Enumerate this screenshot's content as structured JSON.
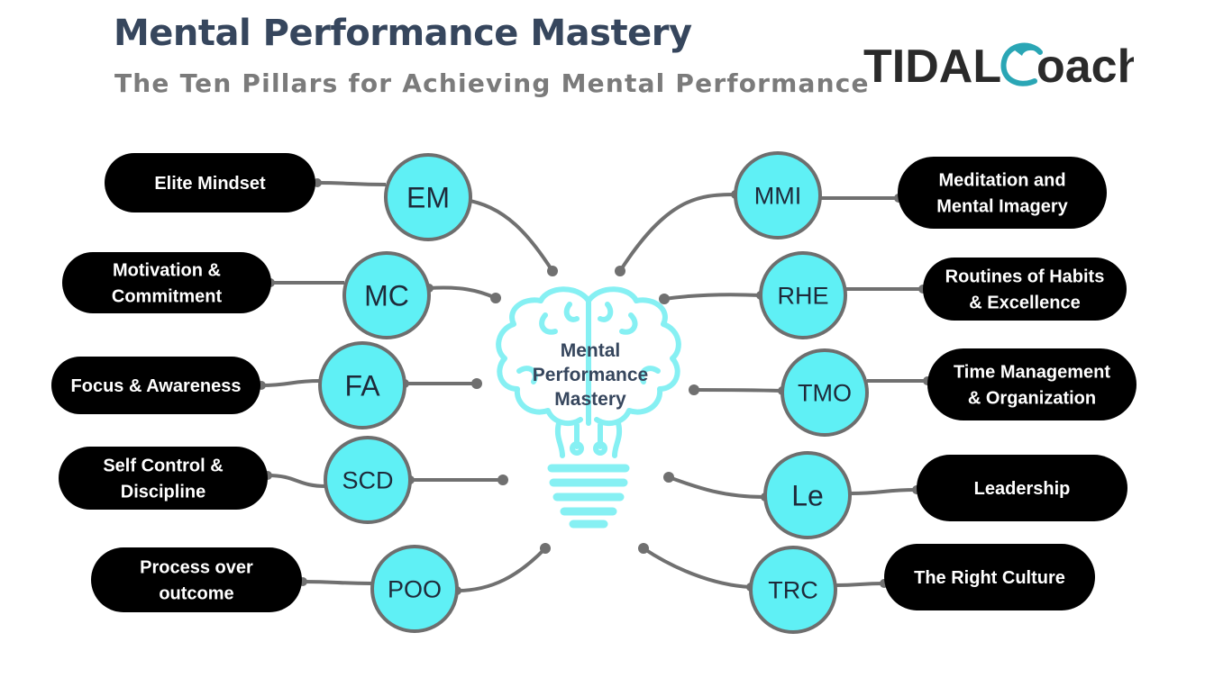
{
  "header": {
    "title": "Mental Performance Mastery",
    "subtitle": "The Ten Pillars for Achieving Mental Performance"
  },
  "logo": {
    "word1": "TIDAL",
    "word2": "oach"
  },
  "center": {
    "lines": [
      "Mental",
      "Performance",
      "Mastery"
    ]
  },
  "colors": {
    "circle_fill": "#5ff0f5",
    "circle_stroke": "#6e6e6e",
    "pill_fill": "#000000",
    "pill_text": "#ffffff",
    "connector": "#707070",
    "brain": "#86f0f3",
    "title": "#36465d",
    "logo_text": "#2a2a2a",
    "logo_accent": "#2aa6b5"
  },
  "pillars": [
    {
      "abbr": "EM",
      "lines": [
        "Elite Mindset"
      ]
    },
    {
      "abbr": "MC",
      "lines": [
        "Motivation &",
        "Commitment"
      ]
    },
    {
      "abbr": "FA",
      "lines": [
        "Focus & Awareness"
      ]
    },
    {
      "abbr": "SCD",
      "lines": [
        "Self Control &",
        "Discipline"
      ]
    },
    {
      "abbr": "POO",
      "lines": [
        "Process over",
        "outcome"
      ]
    },
    {
      "abbr": "MMI",
      "lines": [
        "Meditation and",
        "Mental Imagery"
      ]
    },
    {
      "abbr": "RHE",
      "lines": [
        "Routines of Habits",
        "& Excellence"
      ]
    },
    {
      "abbr": "TMO",
      "lines": [
        "Time Management",
        "& Organization"
      ]
    },
    {
      "abbr": "Le",
      "lines": [
        "Leadership"
      ]
    },
    {
      "abbr": "TRC",
      "lines": [
        "The Right Culture"
      ]
    }
  ]
}
